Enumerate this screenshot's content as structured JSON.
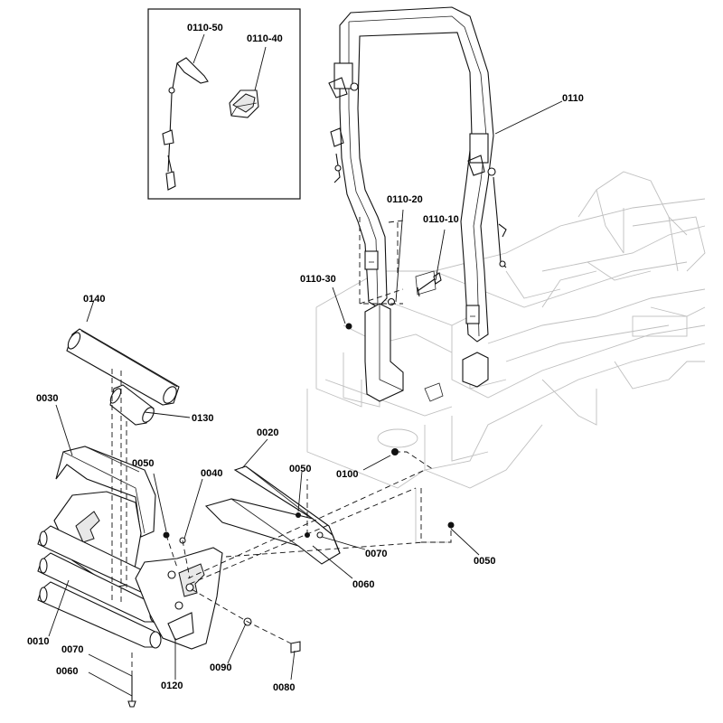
{
  "inset": {
    "labels": [
      "0110-50",
      "0110-40"
    ]
  },
  "callouts": [
    "0110",
    "0110-20",
    "0110-10",
    "0110-30",
    "0140",
    "0030",
    "0130",
    "0020",
    "0050",
    "0040",
    "0050",
    "0100",
    "0070",
    "0060",
    "0050",
    "0010",
    "0070",
    "0060",
    "0120",
    "0090",
    "0080"
  ]
}
